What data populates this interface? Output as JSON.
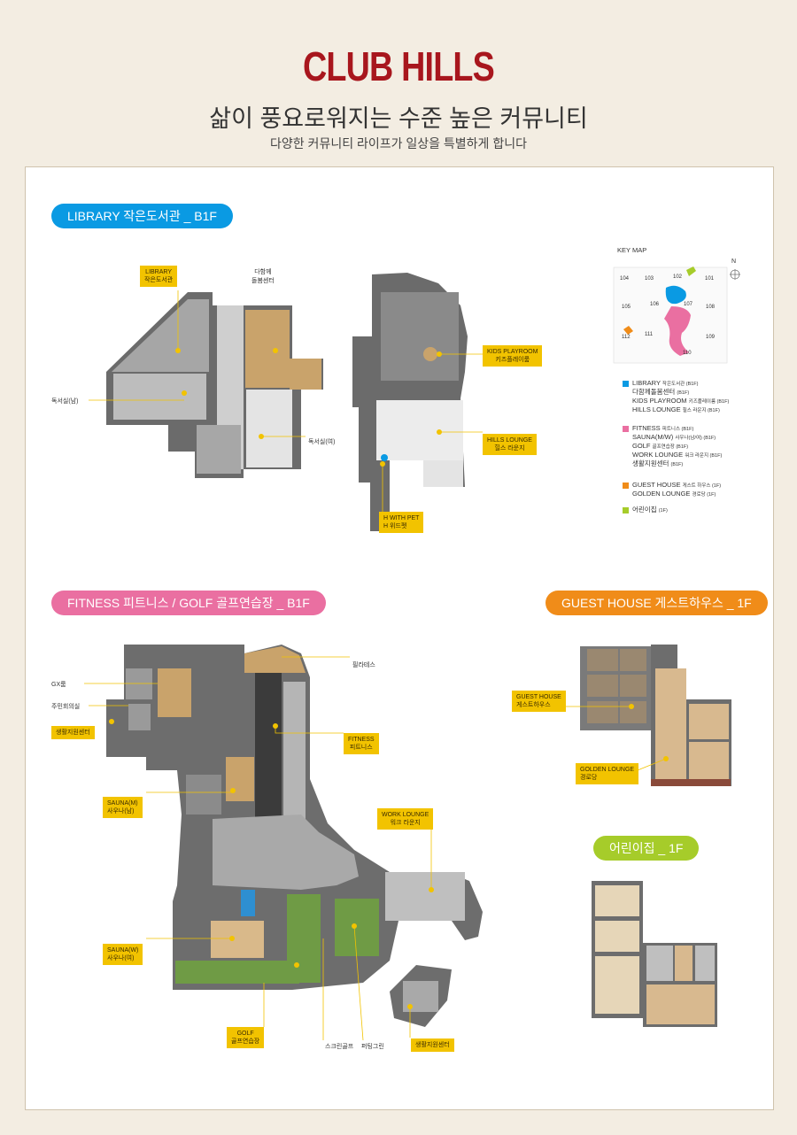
{
  "header": {
    "title": "CLUB HILLS",
    "subtitle": "삶이 풍요로워지는 수준 높은 커뮤니티",
    "tagline": "다양한 커뮤니티 라이프가 일상을 특별하게 합니다"
  },
  "sections": {
    "library": "LIBRARY 작은도서관 _ B1F",
    "fitness": "FITNESS 피트니스 / GOLF 골프연습장 _ B1F",
    "guest": "GUEST HOUSE 게스트하우스 _ 1F",
    "kids": "어린이집 _ 1F"
  },
  "colors": {
    "blue": "#0a9ae3",
    "pink": "#ea6fa1",
    "orange": "#f08c19",
    "green": "#a6cc2a",
    "label": "#f2c300",
    "title": "#a8161d"
  },
  "library_labels": {
    "library": "LIBRARY\n작은도서관",
    "dahamke": "다함께\n돌봄센터",
    "reading_m": "독서실(남)",
    "reading_f": "독서실(여)",
    "kids_playroom": "KIDS PLAYROOM\n키즈플레이룸",
    "hills_lounge": "HILLS LOUNGE\n힐스 라운지",
    "h_with_pet": "H WITH PET\nH 위드펫"
  },
  "fitness_labels": {
    "gx": "GX룸",
    "meeting": "주민회의실",
    "support1": "생활지원센터",
    "pilates": "필라테스",
    "fitness": "FITNESS\n피트니스",
    "sauna_m": "SAUNA(M)\n사우나(남)",
    "work_lounge": "WORK LOUNGE\n워크 라운지",
    "sauna_w": "SAUNA(W)\n사우나(여)",
    "golf": "GOLF\n골프연습장",
    "screen_golf": "스크린골프",
    "putting": "퍼팅그린",
    "support2": "생활지원센터"
  },
  "guest_labels": {
    "guest_house": "GUEST HOUSE\n게스트하우스",
    "golden_lounge": "GOLDEN LOUNGE\n경로당"
  },
  "key_map": {
    "title": "KEY MAP",
    "north": "N",
    "buildings": [
      "104",
      "103",
      "102",
      "101",
      "105",
      "106",
      "107",
      "108",
      "112",
      "111",
      "110",
      "109"
    ],
    "legend": [
      {
        "color": "blue",
        "lines": [
          [
            "LIBRARY",
            "작은도서관 (B1F)"
          ],
          [
            "다함께돌봄센터",
            "(B1F)"
          ],
          [
            "KIDS PLAYROOM",
            "키즈플레이룸 (B1F)"
          ],
          [
            "HILLS LOUNGE",
            "힐스 라운지 (B1F)"
          ]
        ]
      },
      {
        "color": "pink",
        "lines": [
          [
            "FITNESS",
            "피트니스 (B1F)"
          ],
          [
            "SAUNA(M/W)",
            "사우나(남/여) (B1F)"
          ],
          [
            "GOLF",
            "골프연습장 (B1F)"
          ],
          [
            "WORK LOUNGE",
            "워크 라운지 (B1F)"
          ],
          [
            "생활지원센터",
            "(B1F)"
          ]
        ]
      },
      {
        "color": "orange",
        "lines": [
          [
            "GUEST HOUSE",
            "게스트 하우스 (1F)"
          ],
          [
            "GOLDEN LOUNGE",
            "경로당 (1F)"
          ]
        ]
      },
      {
        "color": "green",
        "lines": [
          [
            "어린이집",
            "(1F)"
          ]
        ]
      }
    ]
  }
}
